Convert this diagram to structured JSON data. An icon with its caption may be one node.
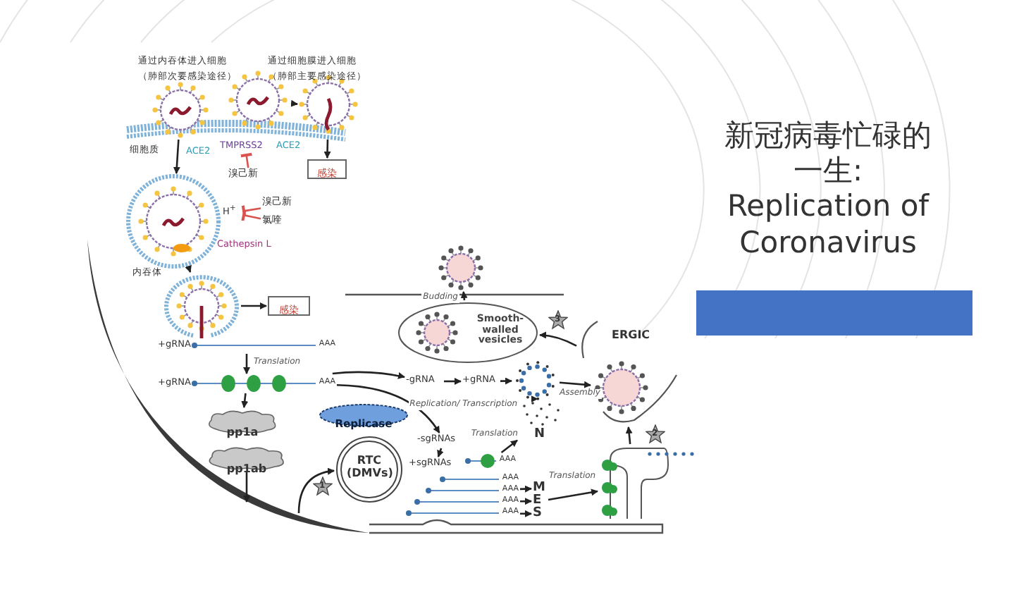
{
  "diagram": {
    "title": "新冠病毒忙碌的一生: Replication of Coronavirus",
    "nodes": [
      {
        "text": [],
        "shape": "picture"
      },
      {
        "text": [],
        "shape": "picture"
      },
      {
        "text": [],
        "shape": "picture"
      },
      {
        "text": [
          "感染"
        ]
      },
      {
        "text": [],
        "shape": "picture"
      },
      {
        "text": [],
        "shape": "picture"
      },
      {
        "text": [
          "感染"
        ]
      },
      {
        "text": [
          "TMPRSS2"
        ]
      },
      {
        "text": [
          "溴己新"
        ]
      },
      {
        "text": [
          "H$^{+}$"
        ]
      },
      {
        "text": [
          "溴己新"
        ]
      },
      {
        "text": [
          "氯喹"
        ]
      },
      {
        "text": [
          "+gRNA",
          "AAA"
        ]
      },
      {
        "text": [
          "+gRNA",
          "AAA"
        ]
      },
      {
        "text": [
          "pp1a"
        ]
      },
      {
        "text": [
          "pp1ab"
        ]
      },
      {
        "text": [
          "Replicase"
        ]
      },
      {
        "text": [
          "RTC (DMVs)"
        ]
      },
      {
        "text": [
          "-gRNA"
        ]
      },
      {
        "text": [
          "+gRNA"
        ]
      },
      {
        "text": [],
        "shape": "picture"
      },
      {
        "text": [
          "ERGIC"
        ]
      },
      {
        "text": [],
        "shape": "picture",
        "in": 21
      },
      {
        "text": [
          "Smooth-walled vesicles"
        ]
      },
      {
        "text": [],
        "shape": "picture"
      },
      {
        "text": [
          "-sgRNAs"
        ]
      },
      {
        "text": [
          "+sgRNAs"
        ]
      },
      {
        "text": [
          "N"
        ]
      },
      {
        "text": [
          "AAA"
        ]
      },
      {
        "text": [
          "AAA"
        ]
      },
      {
        "text": [
          "AAA"
        ]
      },
      {
        "text": [
          "AAA"
        ]
      },
      {
        "text": [
          "AAA"
        ]
      },
      {
        "text": [
          "M"
        ]
      },
      {
        "text": [
          "E"
        ]
      },
      {
        "text": [
          "S"
        ]
      },
      {
        "text": [],
        "shape": "picture"
      }
    ],
    "edges": [
      {
        "from": 0,
        "to": 4,
        "arrow": "to"
      },
      {
        "from": 1,
        "to": 2,
        "arrow": "to"
      },
      {
        "from": 2,
        "to": 3,
        "arrow": "to"
      },
      {
        "from": 8,
        "to": 7,
        "arrow": "other",
        "color": "#d9534f"
      },
      {
        "from": 10,
        "to": 9,
        "arrow": "other",
        "color": "#d9534f"
      },
      {
        "from": 11,
        "to": 9,
        "arrow": "other",
        "color": "#d9534f"
      },
      {
        "from": 4,
        "to": 5,
        "arrow": "to"
      },
      {
        "from": 5,
        "to": 6,
        "arrow": "to"
      },
      {
        "from": 12,
        "to": 13,
        "arrow": "to",
        "label": "Translation"
      },
      {
        "from": 13,
        "to": 14,
        "arrow": "to"
      },
      {
        "from": 15,
        "to": null,
        "arrow": "to"
      },
      {
        "from": 13,
        "to": 18,
        "arrow": "to"
      },
      {
        "from": 13,
        "to": 25,
        "arrow": "to",
        "label": "Replication/ Transcription"
      },
      {
        "from": null,
        "to": 17,
        "arrow": "to"
      },
      {
        "from": 18,
        "to": 19,
        "arrow": "to"
      },
      {
        "from": 19,
        "to": 20,
        "arrow": "to"
      },
      {
        "from": 20,
        "to": 22,
        "arrow": "to",
        "label": "Assembly"
      },
      {
        "from": 25,
        "to": 26,
        "arrow": "to"
      },
      {
        "from": 28,
        "to": 27,
        "arrow": "to",
        "label": "Translation"
      },
      {
        "from": 27,
        "to": 20,
        "arrow": "to"
      },
      {
        "from": 30,
        "to": 33,
        "arrow": "to"
      },
      {
        "from": 31,
        "to": 34,
        "arrow": "to"
      },
      {
        "from": 32,
        "to": 35,
        "arrow": "to"
      },
      {
        "from": 34,
        "to": 36,
        "arrow": "to",
        "label": "Translation"
      },
      {
        "from": 36,
        "to": 21,
        "arrow": "to"
      },
      {
        "from": 21,
        "to": 23,
        "arrow": "to"
      },
      {
        "from": 23,
        "to": 24,
        "arrow": "to",
        "label": "Budding"
      }
    ],
    "labels": [
      "通过内吞体进入细胞",
      "（肺部次要感染途径）",
      "通过细胞膜进入细胞",
      "（肺部主要感染途径）",
      "细胞质",
      "ACE2",
      "ACE2",
      "Cathepsin L",
      "内吞体",
      "3",
      "1",
      "2"
    ]
  }
}
